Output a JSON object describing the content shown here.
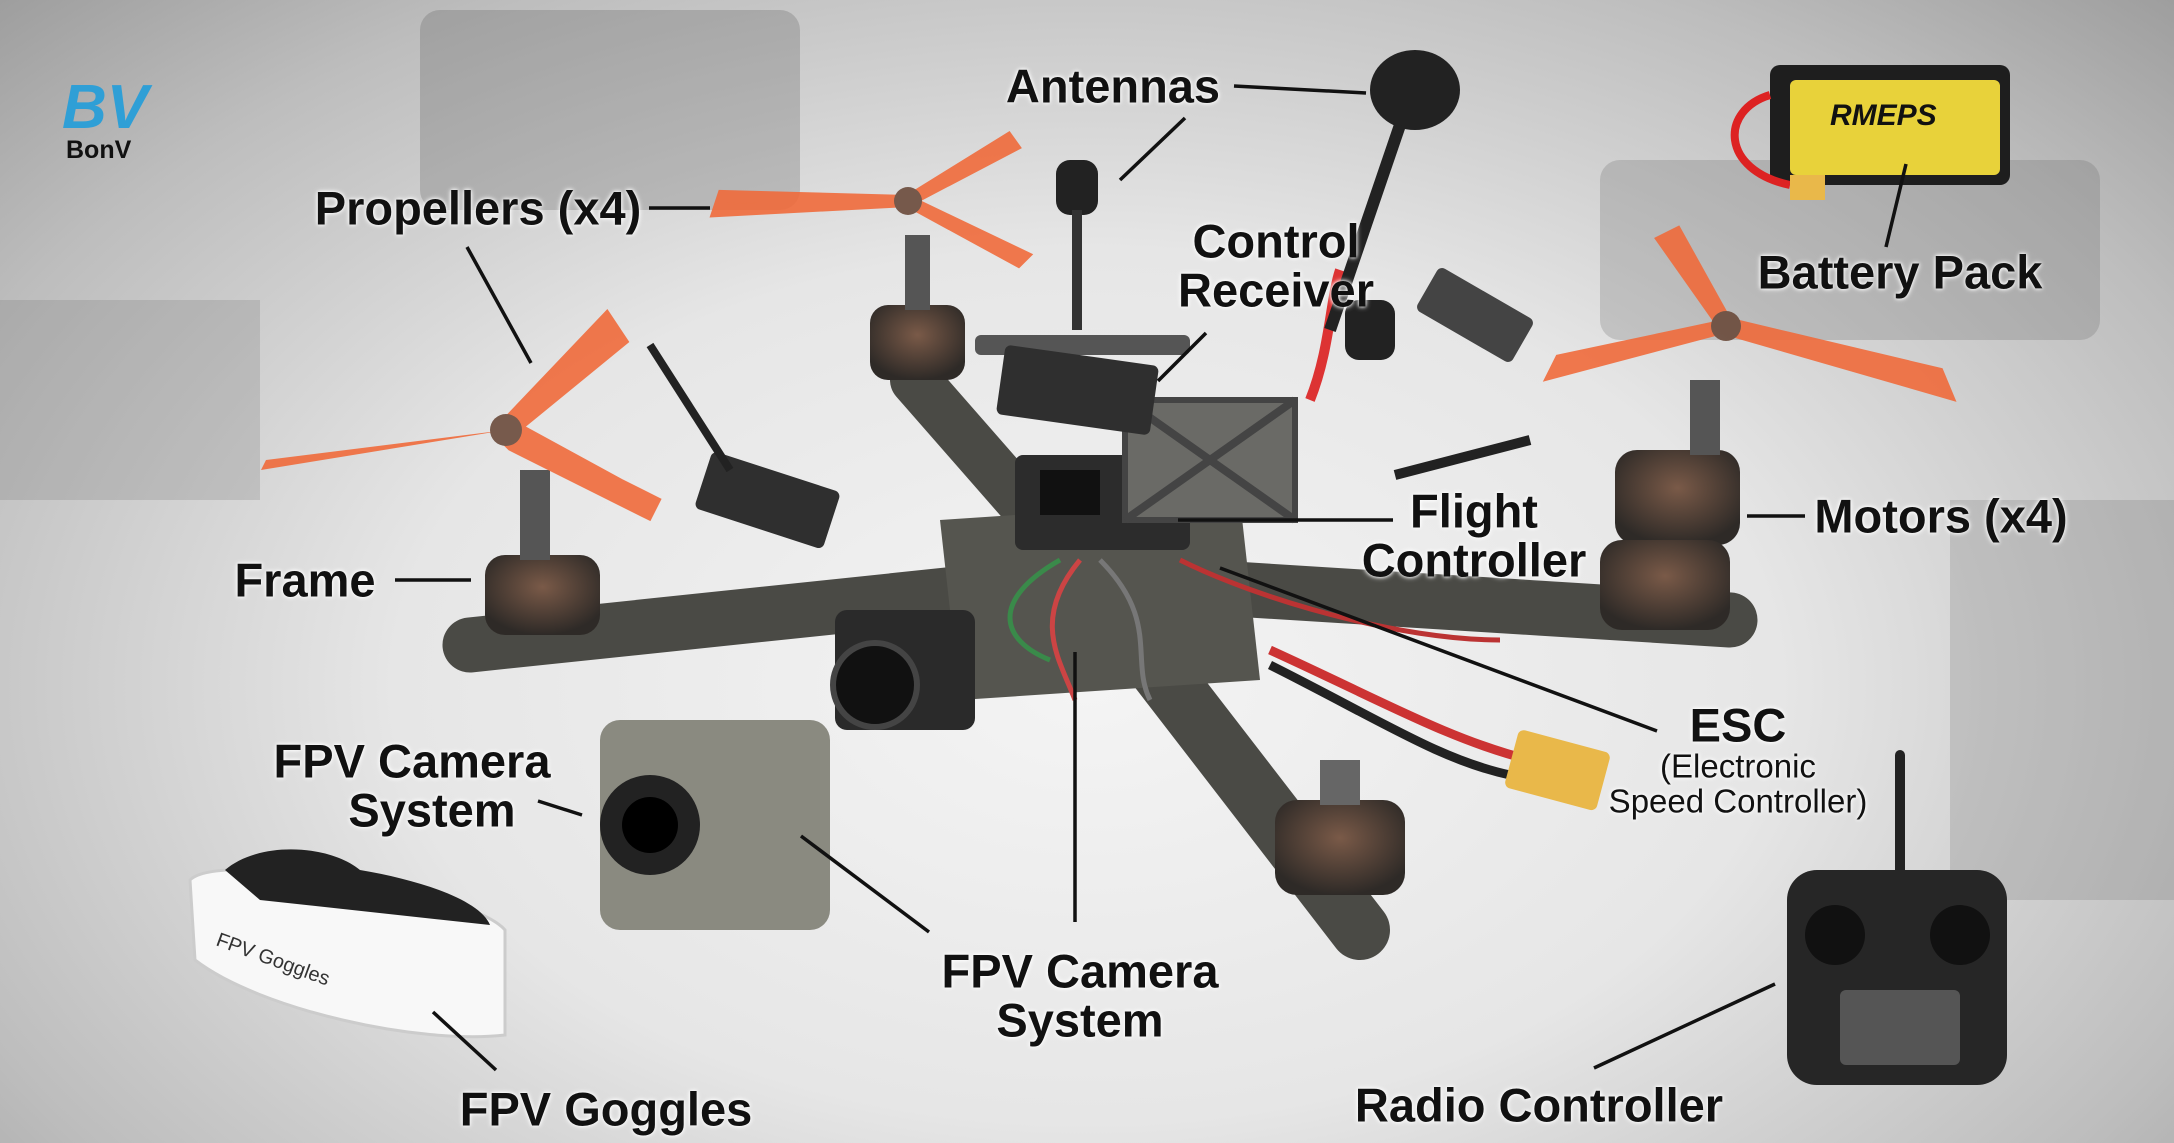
{
  "logo": {
    "mark": "BV",
    "name": "BonV",
    "color": "#2f9fd6"
  },
  "labels": {
    "antennas": "Antennas",
    "propellers": "Propellers (x4)",
    "control_receiver": [
      "Control",
      "Receiver"
    ],
    "battery_pack": "Battery Pack",
    "motors": "Motors (x4)",
    "flight_controller": [
      "Flight",
      "Controller"
    ],
    "frame": "Frame",
    "esc": {
      "title": "ESC",
      "subtitle": [
        "(Electronic",
        "Speed Controller)"
      ]
    },
    "fpv_camera_left": [
      "FPV Camera",
      "System"
    ],
    "fpv_camera_center": [
      "FPV Camera",
      "System"
    ],
    "fpv_goggles": "FPV Goggles",
    "radio_controller": "Radio Controller"
  },
  "product_markings": {
    "battery": "RMEPS",
    "goggles": "FPV Goggles"
  },
  "colors": {
    "propeller": "#f06a3a",
    "frame": "#4a4a45",
    "battery_yellow": "#e8d23a",
    "leader_line": "#111111"
  }
}
